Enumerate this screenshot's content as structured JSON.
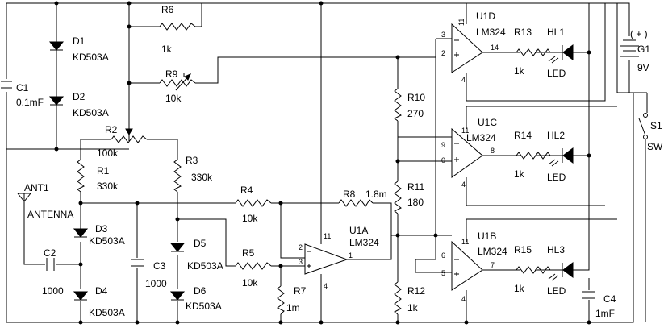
{
  "components": {
    "C1": {
      "ref": "C1",
      "value": "0.1mF"
    },
    "D1": {
      "ref": "D1",
      "value": "KD503A"
    },
    "D2": {
      "ref": "D2",
      "value": "KD503A"
    },
    "R6": {
      "ref": "R6",
      "value": "1k"
    },
    "R9": {
      "ref": "R9",
      "value": "10k"
    },
    "R2": {
      "ref": "R2",
      "value": "100k"
    },
    "R1": {
      "ref": "R1",
      "value": "330k"
    },
    "R3": {
      "ref": "R3",
      "value": "330k"
    },
    "ANT1": {
      "ref": "ANT1",
      "value": "ANTENNA"
    },
    "D3": {
      "ref": "D3",
      "value": "KD503A"
    },
    "D4": {
      "ref": "D4",
      "value": "KD503A"
    },
    "C2": {
      "ref": "C2",
      "value": "1000"
    },
    "C3": {
      "ref": "C3",
      "value": "1000"
    },
    "D5": {
      "ref": "D5",
      "value": "KD503A"
    },
    "D6": {
      "ref": "D6",
      "value": "KD503A"
    },
    "R4": {
      "ref": "R4",
      "value": "10k"
    },
    "R5": {
      "ref": "R5",
      "value": "10k"
    },
    "R7": {
      "ref": "R7",
      "value": "1m"
    },
    "R8": {
      "ref": "R8",
      "value": "1.8m"
    },
    "U1A": {
      "ref": "U1A",
      "value": "LM324"
    },
    "R10": {
      "ref": "R10",
      "value": "270"
    },
    "R11": {
      "ref": "R11",
      "value": "180"
    },
    "R12": {
      "ref": "R12",
      "value": "1k"
    },
    "U1D": {
      "ref": "U1D",
      "value": "LM324"
    },
    "U1C": {
      "ref": "U1C",
      "value": "LM324"
    },
    "U1B": {
      "ref": "U1B",
      "value": "LM324"
    },
    "R13": {
      "ref": "R13",
      "value": "1k"
    },
    "R14": {
      "ref": "R14",
      "value": "1k"
    },
    "R15": {
      "ref": "R15",
      "value": "1k"
    },
    "HL1": {
      "ref": "HL1",
      "value": "LED"
    },
    "HL2": {
      "ref": "HL2",
      "value": "LED"
    },
    "HL3": {
      "ref": "HL3",
      "value": "LED"
    },
    "G1": {
      "ref": "G1",
      "value": "9V",
      "polarity": "( + )"
    },
    "S1": {
      "ref": "S1",
      "value": "SW"
    },
    "C4": {
      "ref": "C4",
      "value": "1mF"
    }
  },
  "pins": {
    "u1a_in_neg": "2",
    "u1a_in_pos": "3",
    "u1a_out": "1",
    "u1a_vcc": "11",
    "u1a_gnd": "4",
    "u1d_in_neg": "3",
    "u1d_in_pos": "2",
    "u1d_out": "14",
    "u1d_vcc": "11",
    "u1d_gnd": "4",
    "u1c_in_neg": "9",
    "u1c_in_pos": "0",
    "u1c_out": "8",
    "u1c_vcc": "11",
    "u1c_gnd": "4",
    "u1b_in_neg": "6",
    "u1b_in_pos": "5",
    "u1b_out": "7",
    "u1b_vcc": "11",
    "u1b_gnd": "4"
  }
}
